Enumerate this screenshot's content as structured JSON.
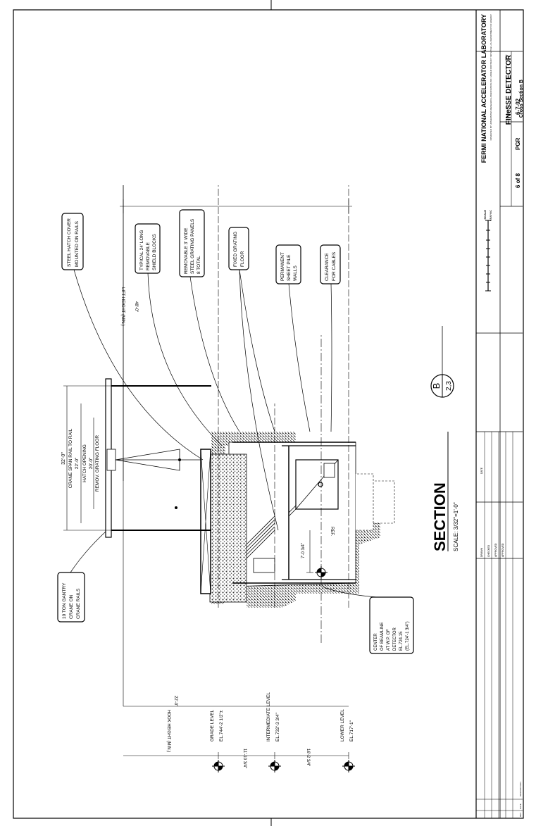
{
  "drawing": {
    "section_title": "SECTION",
    "section_scale": "SCALE: 3/32\"=1'-0\"",
    "section_marker": {
      "letter": "B",
      "sheets": "2,3"
    }
  },
  "dimensions": {
    "crane_span_value": "32'-0\"",
    "crane_span_label": "CRANE SPAN RAIL TO RAIL",
    "hatch_value": "22'-0\"",
    "hatch_label": "HATCH OPENING",
    "grating_value": "20'-0\"",
    "grating_label": "REMOV. GRATING FLOOR",
    "lift_height_label": "LIFT HEIGHT (MIN.)",
    "lift_height_value": "48'-0\"",
    "hook_height_label": "HOOK HEIGHT (MIN.)",
    "hook_height_value": "22'-0\"",
    "level_gap_1": "11'-10 3/4\"",
    "level_gap_2": "16'-2 3/4\"",
    "ref_value": "7'-0 3/4\"",
    "ref_label": "REF."
  },
  "levels": {
    "grade_name": "GRADE LEVEL",
    "grade_el": "EL.744'-2 1/2\"±",
    "intermediate_name": "INTERMEDIATE LEVEL",
    "intermediate_el": "EL.732'-3 3/4\"",
    "lower_name": "LOWER LEVEL",
    "lower_el": "EL.717'-1\""
  },
  "callouts": {
    "crane": [
      "10 TON GANTRY",
      "CRANE ON",
      "CRANE RAILS"
    ],
    "hatch_cover": [
      "STEEL HATCH COVER",
      "MOUNTED ON RAILS"
    ],
    "shield_blocks": [
      "TYPICAL 24' LONG",
      "REMOVABLE",
      "SHIELD BLOCKS"
    ],
    "grating_panels": [
      "REMOVABLE 3' WIDE",
      "STEEL GRATING PANELS",
      "8 TOTAL"
    ],
    "fixed_floor": [
      "FIXED GRATING",
      "FLOOR"
    ],
    "sheet_pile": [
      "PERMANENT",
      "SHEET PILE",
      "WALLS"
    ],
    "clearance": [
      "CLEARANCE",
      "FOR CABLES"
    ],
    "beamline": [
      "CENTER",
      "OF BEAMLINE",
      "AT W.P. OF",
      "DETECTOR",
      "EL.724.15",
      "(EL.724'-1 3/4\")"
    ]
  },
  "title_block": {
    "lab": "FERMI NATIONAL ACCELERATOR LABORATORY",
    "lab_sub": "OPERATED BY UNIVERSITIES RESEARCH ASSOCIATION, INC. UNDER CONTRACT WITH THE U.S. DEPARTMENT OF ENERGY",
    "project": "FINeSSE DETECTOR",
    "subtitle": "Cross Section B",
    "drawn_label": "DRAWN BY",
    "date": "6-7-02",
    "initials": "PGR",
    "sheet": "6 of 8",
    "rev_label": "REV.",
    "scale_label": "SCALE",
    "graphic_label": "GRAPHIC",
    "approval_rows": [
      "DRAWN",
      "CHECKED",
      "APPROVED",
      "APPROVED"
    ],
    "date_header": "DATE",
    "revision_header": "DESCRIPTION",
    "rev_col_label": "REV",
    "date_col_label": "DATE"
  }
}
